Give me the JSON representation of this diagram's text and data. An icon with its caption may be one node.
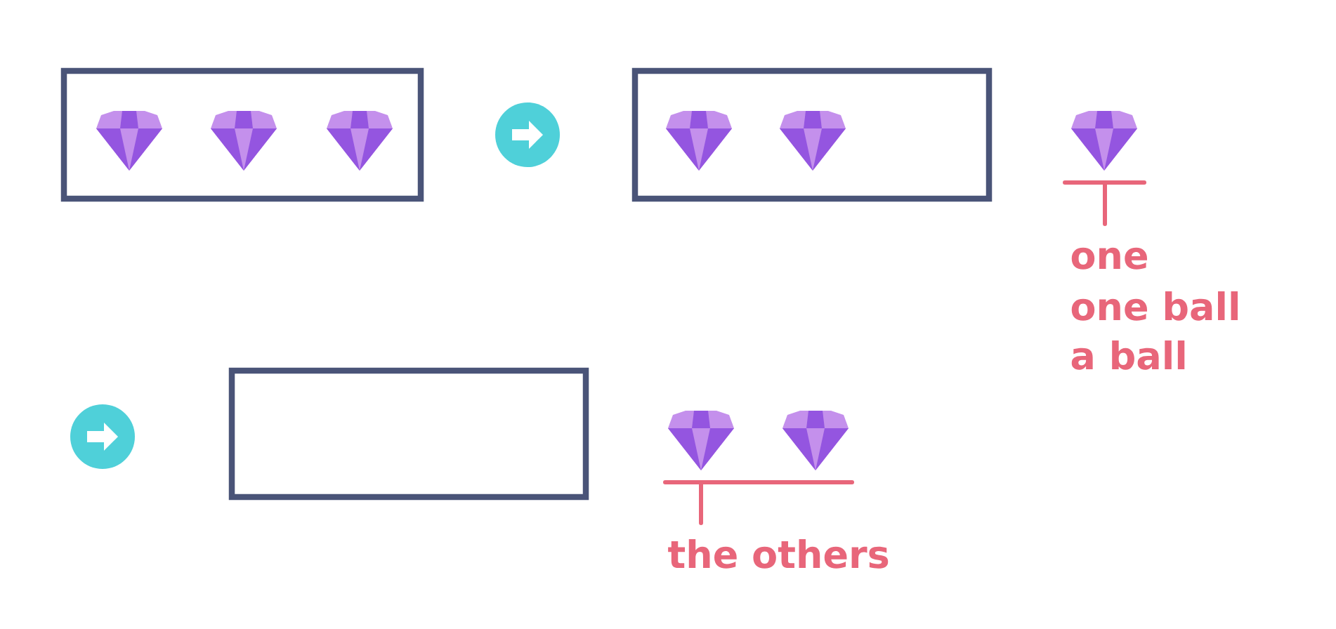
{
  "diagram": {
    "nodes": [
      {
        "text": [],
        "shape": "box"
      },
      {
        "text": [],
        "shape": "circle"
      },
      {
        "text": [],
        "shape": "box"
      },
      {
        "text": [],
        "shape": "circle"
      },
      {
        "text": [],
        "shape": "box"
      }
    ],
    "labels": [
      "one",
      "one ball",
      "a ball",
      "the others"
    ]
  }
}
